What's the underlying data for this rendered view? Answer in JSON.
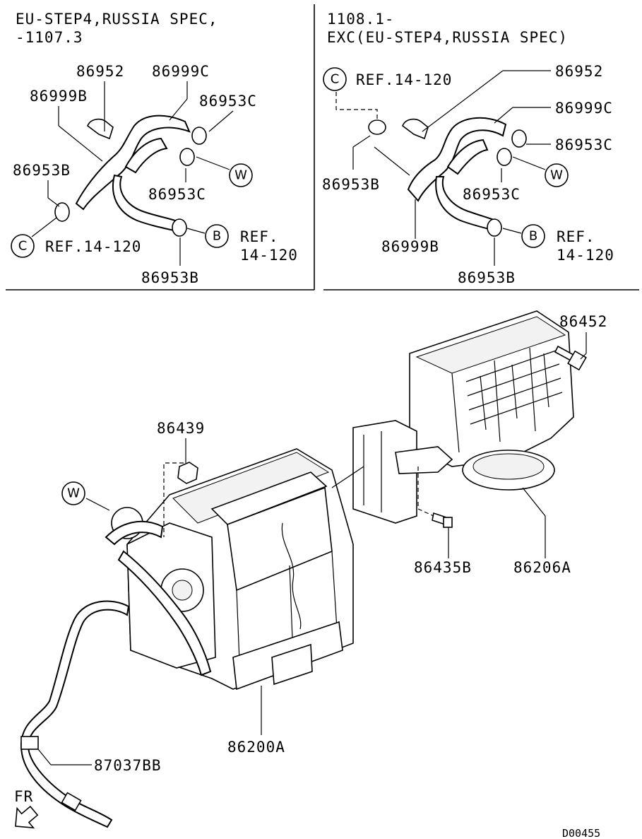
{
  "panels": {
    "left": {
      "header": [
        "EU-STEP4,RUSSIA SPEC,",
        "-1107.3"
      ],
      "parts": {
        "p1": "86952",
        "p2": "86999C",
        "p3": "86999B",
        "p4": "86953C",
        "p5": "86953B",
        "p6": "86953C",
        "p7": "86953B"
      },
      "refs": {
        "c": "REF.14-120",
        "b1": "REF.",
        "b2": "14-120"
      },
      "callouts": {
        "c": "C",
        "w": "W",
        "b": "B"
      }
    },
    "right": {
      "header": [
        "1108.1-",
        "EXC(EU-STEP4,RUSSIA SPEC)"
      ],
      "parts": {
        "p1": "86952",
        "p2": "86999C",
        "p3": "86953C",
        "p4": "86953B",
        "p5": "86953C",
        "p6": "86999B",
        "p7": "86953B"
      },
      "refs": {
        "c": "REF.14-120",
        "b1": "REF.",
        "b2": "14-120"
      },
      "callouts": {
        "c": "C",
        "w": "W",
        "b": "B"
      }
    }
  },
  "main": {
    "parts": {
      "p1": "86452",
      "p2": "86439",
      "p3": "86435B",
      "p4": "86206A",
      "p5": "86200A",
      "p6": "87037BB"
    },
    "callouts": {
      "w": "W"
    },
    "direction_label": "FR",
    "diagram_id": "D00455"
  }
}
